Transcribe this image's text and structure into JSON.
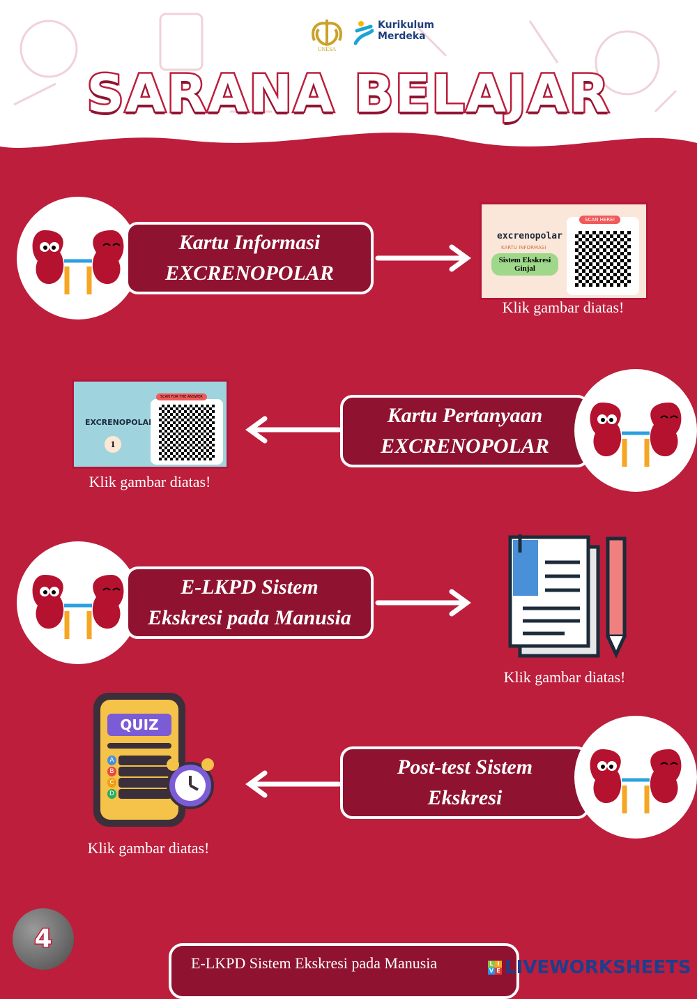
{
  "header": {
    "title": "SARANA BELAJAR",
    "logo_unesa": "UNESA",
    "logo_kurikulum": "Kurikulum",
    "logo_merdeka": "Merdeka"
  },
  "items": [
    {
      "label_line1": "Kartu Informasi",
      "label_line2": "EXCRENOPOLAR",
      "caption": "Klik gambar diatas!",
      "card": {
        "brand": "excrenopolar",
        "subtitle": "KARTU INFORMASI",
        "topic": "Sistem Ekskresi Ginjal",
        "badge": "SCAN HERE!"
      }
    },
    {
      "label_line1": "Kartu Pertanyaan",
      "label_line2": "EXCRENOPOLAR",
      "caption": "Klik gambar diatas!",
      "card": {
        "brand": "EXCRENOPOLAR",
        "number": "1",
        "badge": "SCAN FOR THE ANSWER"
      }
    },
    {
      "label_line1": "E-LKPD Sistem",
      "label_line2": "Ekskresi pada Manusia",
      "caption": "Klik gambar diatas!"
    },
    {
      "label_line1": "Post-test Sistem",
      "label_line2": "Ekskresi",
      "caption": "Klik gambar diatas!",
      "quiz": {
        "title": "QUIZ",
        "options": [
          "A",
          "B",
          "C",
          "D"
        ]
      }
    }
  ],
  "page_number": "4",
  "footer": {
    "text": "E-LKPD Sistem Ekskresi pada Manusia"
  },
  "watermark": {
    "text": "LIVEWORKSHEETS",
    "badge": [
      "L",
      "I",
      "V",
      "E"
    ]
  },
  "colors": {
    "background": "#bc1e3c",
    "box": "#8f1330"
  }
}
